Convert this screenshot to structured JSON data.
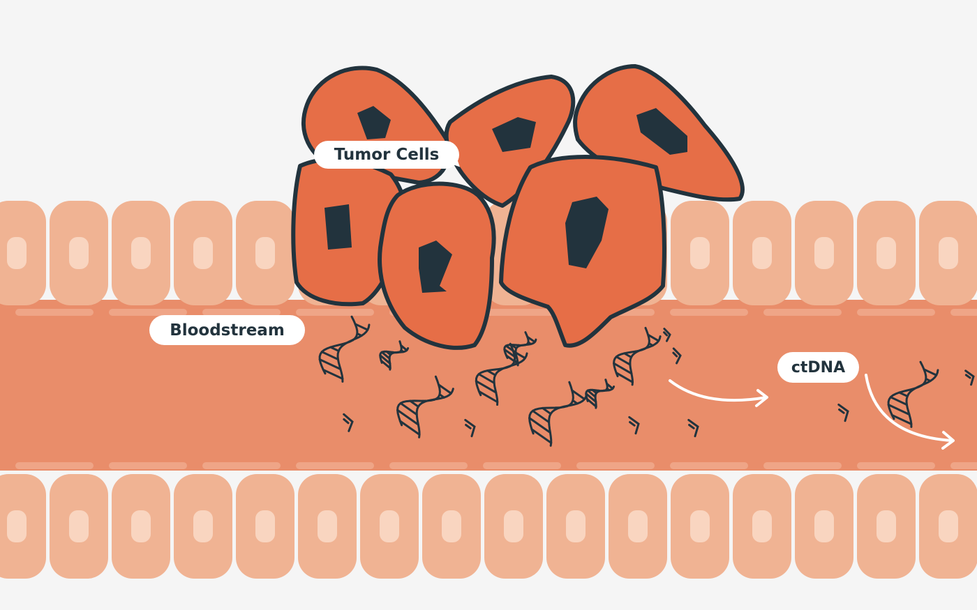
{
  "labels": {
    "tumor_cells": "Tumor Cells",
    "bloodstream": "Bloodstream",
    "ctdna": "ctDNA"
  },
  "colors": {
    "background": "#f5f5f5",
    "vessel_wall_cell": "#f0b393",
    "vessel_wall_nucleus": "#f9d5c0",
    "bloodstream": "#e98d6a",
    "bloodstream_dash": "#efa587",
    "tumor_cell": "#e66e47",
    "tumor_outline": "#22333d",
    "tumor_nucleus": "#22333d",
    "dna_strand": "#22333d",
    "arrow": "#ffffff"
  },
  "icons": [
    "tumor-cell-icon",
    "dna-helix-icon",
    "flow-arrow-icon",
    "vessel-wall-cell-icon"
  ]
}
